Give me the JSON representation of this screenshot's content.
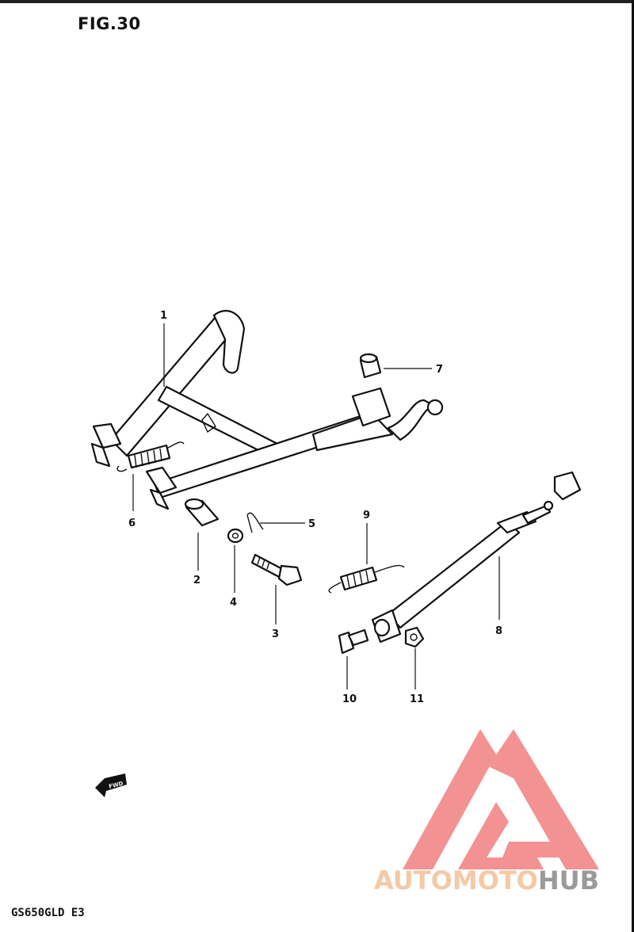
{
  "figure": {
    "title": "FIG.30"
  },
  "footer": {
    "model_code": "GS650GLD  E3"
  },
  "fwd_marker": {
    "label": "FWD"
  },
  "callouts": [
    {
      "num": "1"
    },
    {
      "num": "2"
    },
    {
      "num": "3"
    },
    {
      "num": "4"
    },
    {
      "num": "5"
    },
    {
      "num": "6"
    },
    {
      "num": "7"
    },
    {
      "num": "8"
    },
    {
      "num": "9"
    },
    {
      "num": "10"
    },
    {
      "num": "11"
    }
  ],
  "watermark": {
    "part1": "AUTO",
    "part2": "MOTO",
    "part3": "HUB",
    "colors": {
      "triangle": "#f08080",
      "text_light": "#f4c9a6",
      "text_dark": "#9a9a9a"
    }
  }
}
